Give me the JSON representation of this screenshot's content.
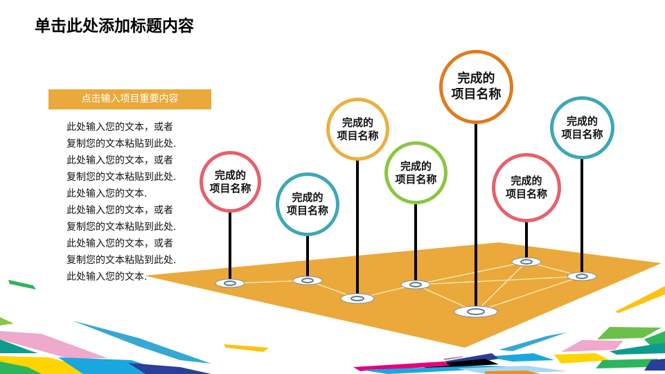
{
  "title": "单击此处添加标题内容",
  "sidebar": {
    "header": "点击输入项目重要内容",
    "lines": [
      "此处输入您的文本，或者",
      "复制您的文本粘贴到此处.",
      "此处输入您的文本，或者",
      "复制您的文本粘贴到此处.",
      "此处输入您的文本.",
      "此处输入您的文本，或者",
      "复制您的文本粘贴到此处.",
      "此处输入您的文本，或者",
      "复制您的文本粘贴到此处.",
      "此处输入您的文本."
    ]
  },
  "colors": {
    "accent": "#eaa93a",
    "platform": "#eaa93a",
    "red": "#e8606a",
    "teal": "#3fa7b6",
    "yellow": "#ebb03c",
    "green": "#8ac641",
    "orange": "#e07b1c"
  },
  "milestones": [
    {
      "line1": "完成的",
      "line2": "项目名称",
      "color": "#e8606a"
    },
    {
      "line1": "完成的",
      "line2": "项目名称",
      "color": "#3fa7b6"
    },
    {
      "line1": "完成的",
      "line2": "项目名称",
      "color": "#ebb03c"
    },
    {
      "line1": "完成的",
      "line2": "项目名称",
      "color": "#8ac641"
    },
    {
      "line1": "完成的",
      "line2": "项目名称",
      "color": "#e07b1c"
    },
    {
      "line1": "完成的",
      "line2": "项目名称",
      "color": "#e8606a"
    },
    {
      "line1": "完成的",
      "line2": "项目名称",
      "color": "#3fa7b6"
    }
  ]
}
